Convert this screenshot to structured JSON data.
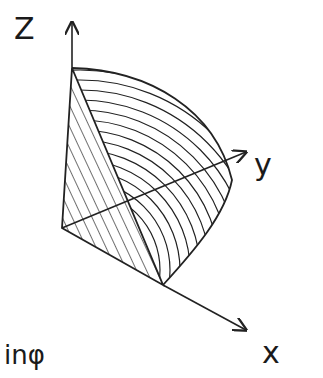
{
  "diagram": {
    "labels": [
      "Z",
      "y",
      "x",
      "inφ"
    ]
  }
}
